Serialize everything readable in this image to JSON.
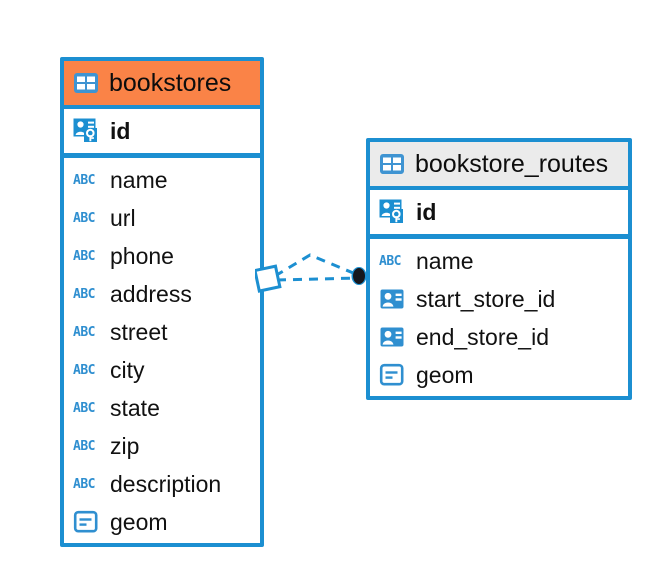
{
  "diagram": {
    "type": "entity-relationship-diagram",
    "background_color": "#ffffff",
    "accent_color": "#1c8fd1",
    "entities": [
      {
        "name": "bookstores",
        "header_color": "#fa8347",
        "header_icon": "table-icon",
        "primary_key": {
          "label": "id",
          "icon": "primary-key-icon"
        },
        "fields": [
          {
            "label": "name",
            "icon": "abc-text-icon",
            "icon_text": "ABC"
          },
          {
            "label": "url",
            "icon": "abc-text-icon",
            "icon_text": "ABC"
          },
          {
            "label": "phone",
            "icon": "abc-text-icon",
            "icon_text": "ABC"
          },
          {
            "label": "address",
            "icon": "abc-text-icon",
            "icon_text": "ABC"
          },
          {
            "label": "street",
            "icon": "abc-text-icon",
            "icon_text": "ABC"
          },
          {
            "label": "city",
            "icon": "abc-text-icon",
            "icon_text": "ABC"
          },
          {
            "label": "state",
            "icon": "abc-text-icon",
            "icon_text": "ABC"
          },
          {
            "label": "zip",
            "icon": "abc-text-icon",
            "icon_text": "ABC"
          },
          {
            "label": "description",
            "icon": "abc-text-icon",
            "icon_text": "ABC"
          },
          {
            "label": "geom",
            "icon": "geometry-icon",
            "icon_text": ""
          }
        ]
      },
      {
        "name": "bookstore_routes",
        "header_color": "#ebebeb",
        "header_icon": "table-icon",
        "primary_key": {
          "label": "id",
          "icon": "primary-key-icon"
        },
        "fields": [
          {
            "label": "name",
            "icon": "abc-text-icon",
            "icon_text": "ABC"
          },
          {
            "label": "start_store_id",
            "icon": "foreign-key-icon",
            "icon_text": ""
          },
          {
            "label": "end_store_id",
            "icon": "foreign-key-icon",
            "icon_text": ""
          },
          {
            "label": "geom",
            "icon": "geometry-icon",
            "icon_text": ""
          }
        ]
      }
    ],
    "relationship": {
      "style": "dashed",
      "color": "#1c8fd1",
      "source_marker": "diamond-outline",
      "target_marker": "filled-circle",
      "target_marker_color": "#16171d",
      "cardinality": "many-to-one"
    }
  }
}
